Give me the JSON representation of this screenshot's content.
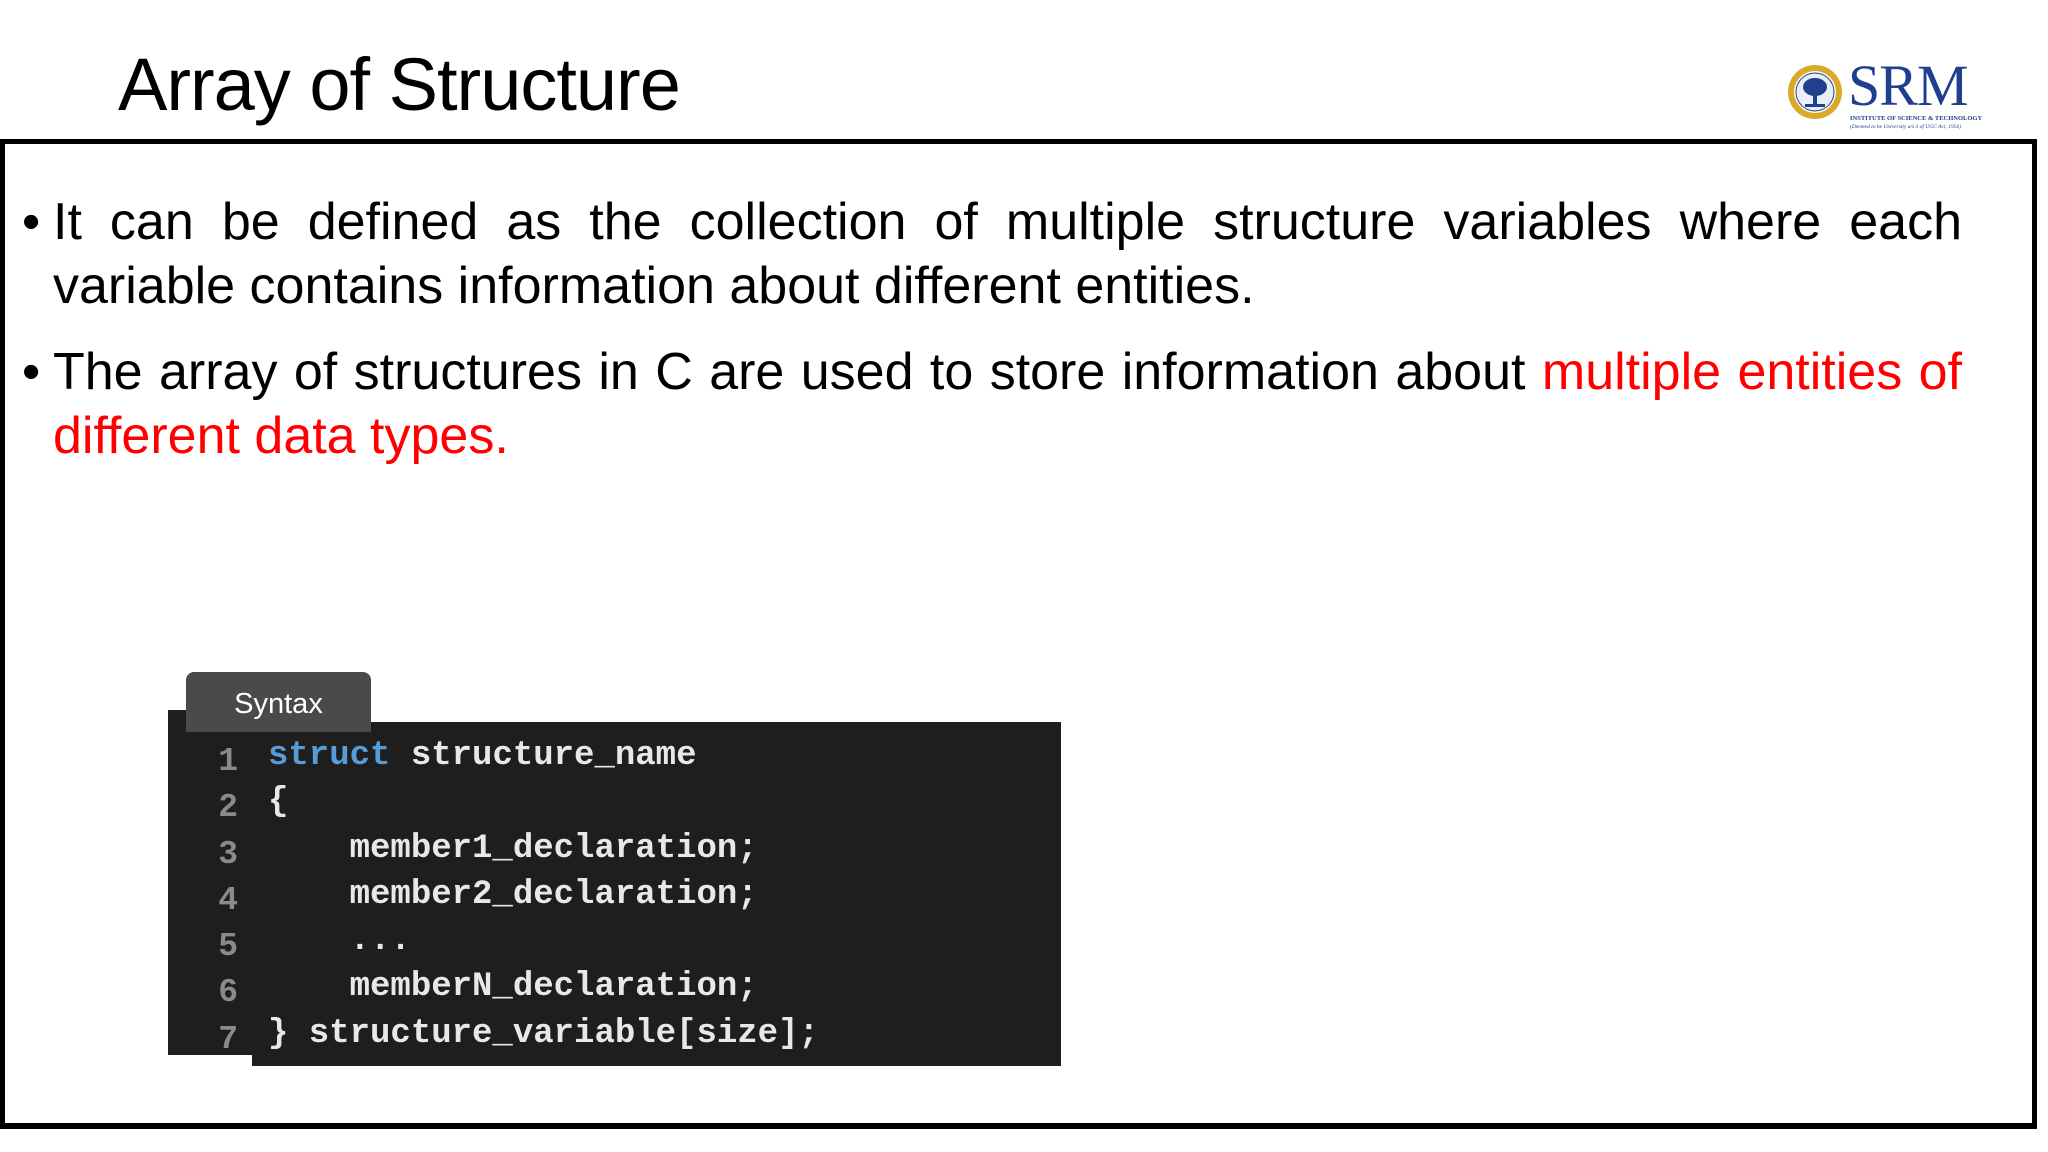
{
  "title": "Array of Structure",
  "logo": {
    "name": "SRM",
    "subtitle": "INSTITUTE OF SCIENCE & TECHNOLOGY",
    "tagline": "(Deemed to be University u/s 3 of UGC Act, 1956)"
  },
  "bullets": [
    {
      "text": "It can be defined as the collection of multiple structure variables where each variable contains information about different entities.",
      "highlight": ""
    },
    {
      "text": "The array of structures in C are used to store information about ",
      "highlight": "multiple entities of different data types."
    }
  ],
  "syntax": {
    "tab_label": "Syntax",
    "lines": [
      {
        "num": "1",
        "keyword": "struct",
        "text": " structure_name"
      },
      {
        "num": "2",
        "keyword": "",
        "text": "{"
      },
      {
        "num": "3",
        "keyword": "",
        "text": "    member1_declaration;"
      },
      {
        "num": "4",
        "keyword": "",
        "text": "    member2_declaration;"
      },
      {
        "num": "5",
        "keyword": "",
        "text": "    ..."
      },
      {
        "num": "6",
        "keyword": "",
        "text": "    memberN_declaration;"
      },
      {
        "num": "7",
        "keyword": "",
        "text": "} structure_variable[size];"
      }
    ]
  },
  "colors": {
    "highlight": "#ff0000",
    "keyword": "#569cd6",
    "code_bg": "#1e1e1e",
    "logo": "#1f3f8f"
  }
}
